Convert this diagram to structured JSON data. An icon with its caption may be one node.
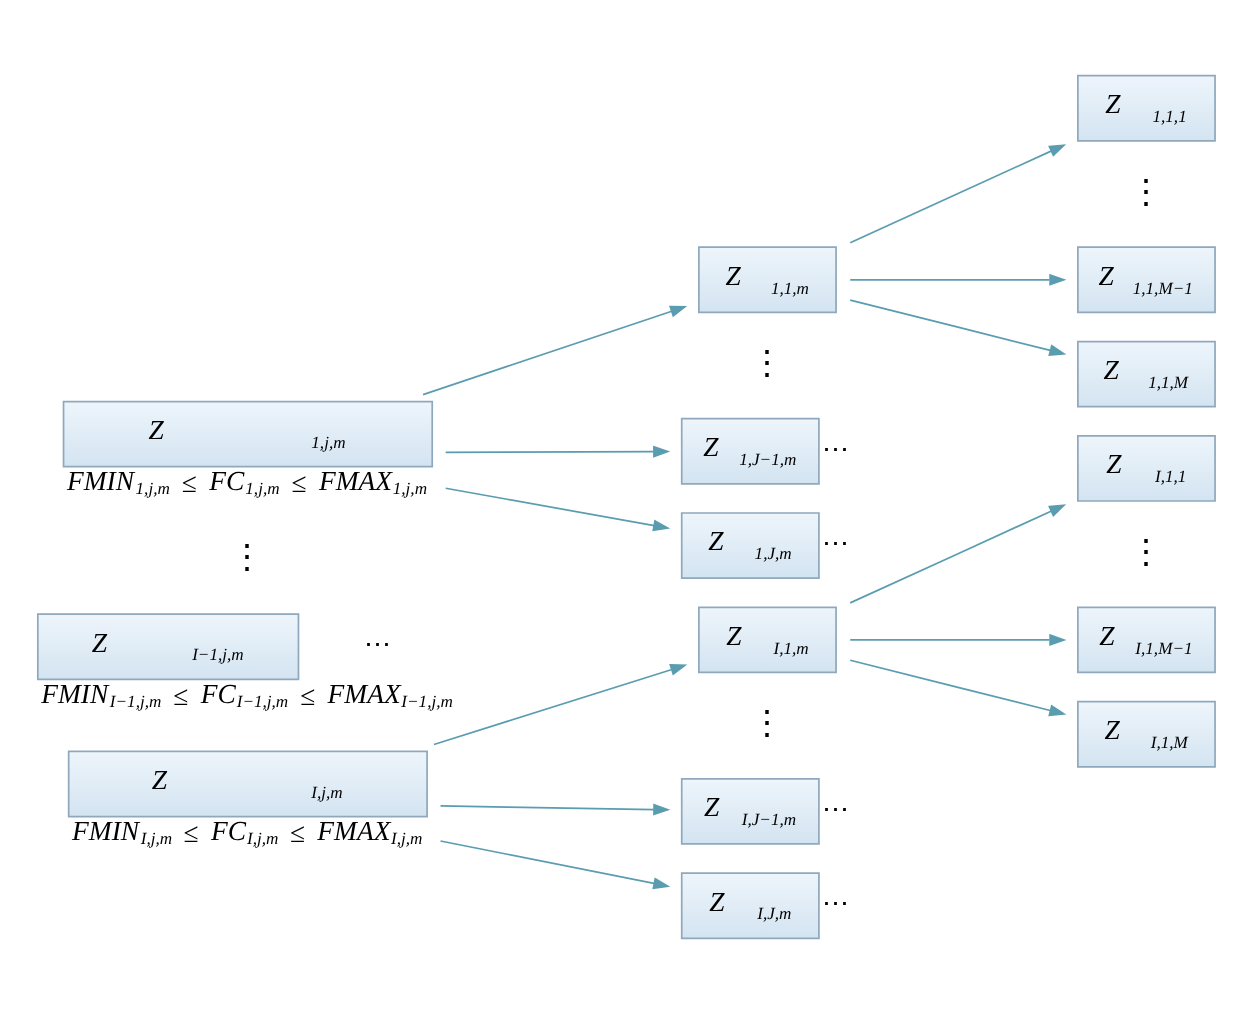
{
  "diagram": {
    "nodes": [
      {
        "text": [
          "*Z*$_{1,j,m}$"
        ],
        "beside": [
          "*FMIN*$_{1,j,m}$ ≤ *FC*$_{1,j,m}$ ≤ *FMAX*$_{1,j,m}$"
        ]
      },
      {
        "text": [
          "*Z*$_{I−1,j,m}$"
        ],
        "beside": [
          "*FMIN*$_{I−1,j,m}$ ≤ *FC*$_{I−1,j,m}$ ≤ *FMAX*$_{I−1,j,m}$"
        ]
      },
      {
        "text": [
          "*Z*$_{I,j,m}$"
        ],
        "beside": [
          "*FMIN*$_{I,j,m}$ ≤ *FC*$_{I,j,m}$ ≤ *FMAX*$_{I,j,m}$"
        ]
      },
      {
        "text": [
          "*Z*$_{1,1,m}$"
        ]
      },
      {
        "text": [
          "*Z*$_{1,J−1,m}$"
        ]
      },
      {
        "text": [
          "*Z*$_{1,J,m}$"
        ]
      },
      {
        "text": [
          "*Z*$_{I,1,m}$"
        ]
      },
      {
        "text": [
          "*Z*$_{I,J−1,m}$"
        ]
      },
      {
        "text": [
          "*Z*$_{I,J,m}$"
        ]
      },
      {
        "text": [
          "*Z*$_{1,1,1}$"
        ]
      },
      {
        "text": [
          "*Z*$_{1,1,M−1}$"
        ]
      },
      {
        "text": [
          "*Z*$_{1,1,M}$"
        ]
      },
      {
        "text": [
          "*Z*$_{I,1,1}$"
        ]
      },
      {
        "text": [
          "*Z*$_{I,1,M−1}$"
        ]
      },
      {
        "text": [
          "*Z*$_{I,1,M}$"
        ]
      }
    ],
    "edges": [
      {
        "from": 0,
        "to": 3,
        "arrow": "to"
      },
      {
        "from": 0,
        "to": 4,
        "arrow": "to"
      },
      {
        "from": 0,
        "to": 5,
        "arrow": "to"
      },
      {
        "from": 2,
        "to": 6,
        "arrow": "to"
      },
      {
        "from": 2,
        "to": 7,
        "arrow": "to"
      },
      {
        "from": 2,
        "to": 8,
        "arrow": "to"
      },
      {
        "from": 3,
        "to": 9,
        "arrow": "to"
      },
      {
        "from": 3,
        "to": 10,
        "arrow": "to"
      },
      {
        "from": 3,
        "to": 11,
        "arrow": "to"
      },
      {
        "from": 6,
        "to": 12,
        "arrow": "to"
      },
      {
        "from": 6,
        "to": 13,
        "arrow": "to"
      },
      {
        "from": 6,
        "to": 14,
        "arrow": "to"
      }
    ],
    "labels": [
      "⋮",
      "⋮",
      "⋯",
      "⋯",
      "⋮",
      "⋯",
      "⋮",
      "⋮",
      "⋯",
      "⋯"
    ]
  }
}
